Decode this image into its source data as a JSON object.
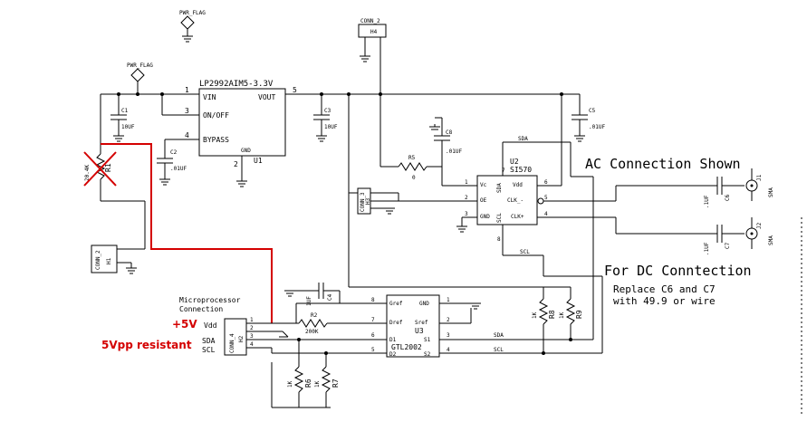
{
  "flags": {
    "pwr_flag_top": "PWR_FLAG",
    "pwr_flag_left": "PWR_FLAG"
  },
  "u1": {
    "part": "LP2992AIM5-3.3V",
    "ref": "U1",
    "vin": "VIN",
    "vout": "VOUT",
    "onoff": "ON/OFF",
    "bypass": "BYPASS",
    "gnd": "GND",
    "p1": "1",
    "p3": "3",
    "p4": "4",
    "p5": "5",
    "p2": "2"
  },
  "c1": {
    "ref": "C1",
    "val": "10UF"
  },
  "c2": {
    "ref": "C2",
    "val": ".01UF"
  },
  "c3": {
    "ref": "C3",
    "val": "10UF"
  },
  "c4": {
    "ref": "C4",
    "val": "1UF"
  },
  "c5": {
    "ref": "C5",
    "val": ".01UF"
  },
  "c6": {
    "ref": "C6",
    "val": ".1UF"
  },
  "c7": {
    "ref": "C7",
    "val": ".1UF"
  },
  "c8": {
    "ref": "C8",
    "val": ".01UF"
  },
  "r1": {
    "ref": "R1",
    "val": "20.4K"
  },
  "r2": {
    "ref": "R2",
    "val": "200K"
  },
  "r5": {
    "ref": "R5",
    "val": "0"
  },
  "r6": {
    "ref": "R6",
    "val": "1K"
  },
  "r7": {
    "ref": "R7",
    "val": "1K"
  },
  "r8": {
    "ref": "R8",
    "val": "1K"
  },
  "r9": {
    "ref": "R9",
    "val": "1K"
  },
  "h1": {
    "conn": "CONN_2",
    "ref": "H1"
  },
  "h2": {
    "conn": "CONN_4",
    "ref": "H2"
  },
  "h3": {
    "conn": "CONN_3",
    "ref": "H3"
  },
  "h4": {
    "conn": "CONN_2",
    "ref": "H4"
  },
  "j1": {
    "ref": "J1",
    "type": "SMA"
  },
  "j2": {
    "ref": "J2",
    "type": "SMA"
  },
  "u2": {
    "part": "SI570",
    "ref": "U2",
    "vc": "Vc",
    "oe": "OE",
    "gnd": "GND",
    "sda": "SDA",
    "vdd": "Vdd",
    "clkm": "CLK_-",
    "clkp": "CLK+",
    "scl": "SCL"
  },
  "u3": {
    "part": "GTL2002",
    "ref": "U3",
    "gref": "Gref",
    "gnd": "GND",
    "dref": "Dref",
    "sref": "Sref",
    "d1": "D1",
    "s1": "S1",
    "d2": "D2",
    "s2": "S2"
  },
  "nets": {
    "sda_top": "SDA",
    "scl_top": "SCL",
    "sda_bottom": "SDA",
    "scl_bottom": "SCL"
  },
  "labels": {
    "ac_connection": "AC Connection Shown",
    "dc_connection": "For DC Conntection",
    "replace_line1": "Replace C6 and C7",
    "replace_line2": "with 49.9 or wire",
    "micro_line1": "Microprocessor",
    "micro_line2": "Connection",
    "plus5v": "+5V",
    "vdd": "Vdd",
    "sda": "SDA",
    "scl": "SCL",
    "resistant": "5Vpp  resistant"
  },
  "colors": {
    "wire": "#000000",
    "modification": "#d40000"
  }
}
